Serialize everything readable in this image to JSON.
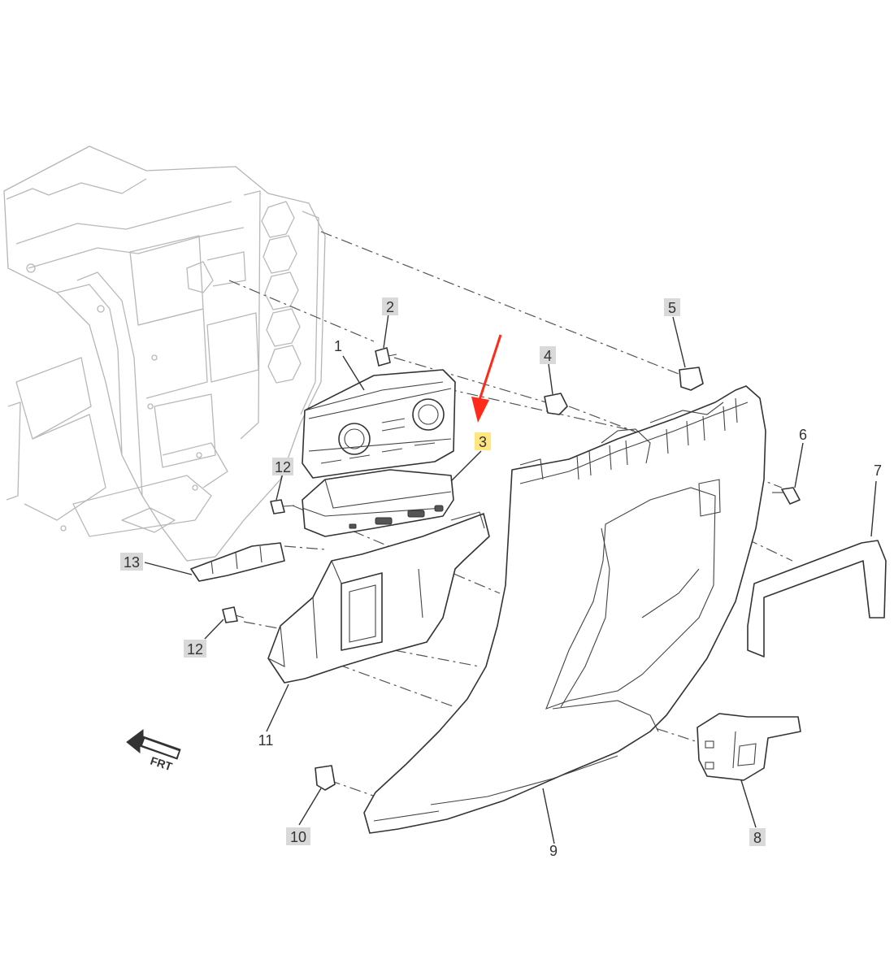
{
  "callouts": {
    "c1": "1",
    "c2": "2",
    "c3": "3",
    "c4": "4",
    "c5": "5",
    "c6": "6",
    "c7": "7",
    "c8": "8",
    "c9": "9",
    "c10": "10",
    "c11": "11",
    "c12a": "12",
    "c12b": "12",
    "c13": "13"
  },
  "front_indicator": "FRT",
  "highlighted_callout": "3",
  "colors": {
    "arrow": "#ff2a1a",
    "highlight": "#ffe680",
    "label_background": "#d9d9d9",
    "line": "#333333"
  }
}
